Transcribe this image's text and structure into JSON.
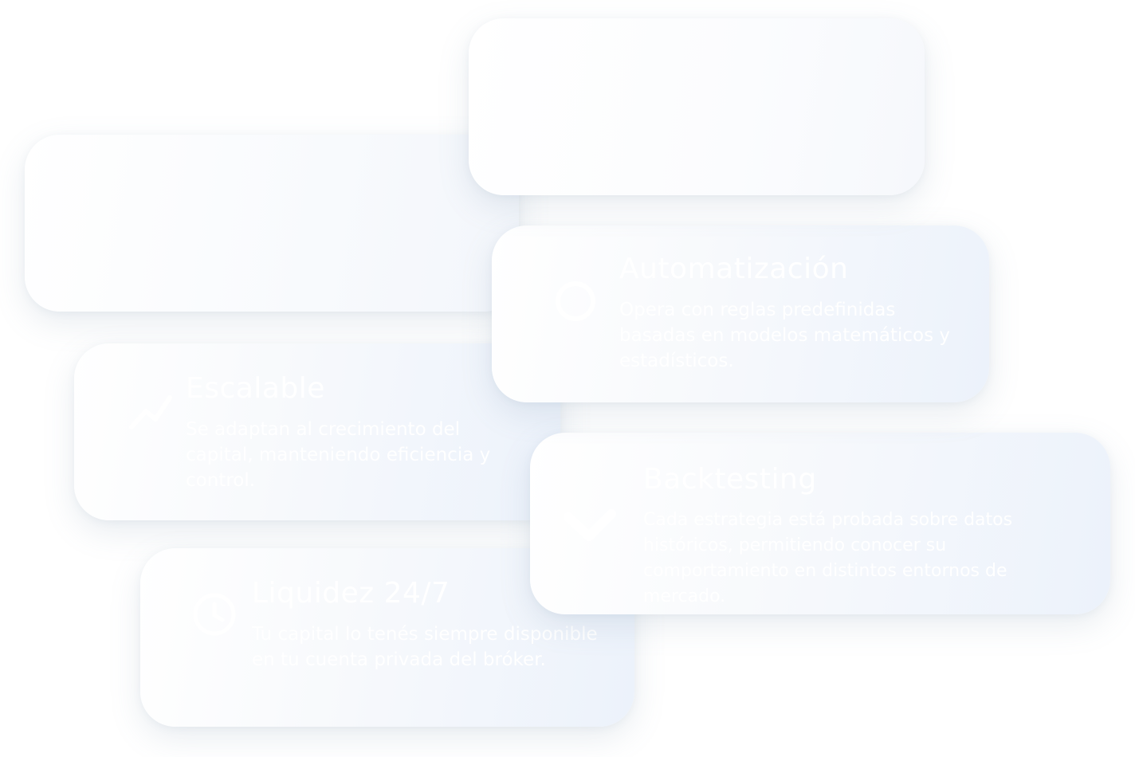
{
  "cards": {
    "left_partial": {
      "lines": [
        "...",
        "...",
        "..."
      ]
    },
    "automatizacion": {
      "title": "Automatización",
      "desc": "Opera con reglas predefinidas basadas en modelos matemáticos y estadísticos."
    },
    "escalable": {
      "title": "Escalable",
      "desc": "Se adaptan al crecimiento del capital, manteniendo eficiencia y control."
    },
    "backtesting": {
      "title": "Backtesting",
      "desc": "Cada estrategia está probada sobre datos históricos, permitiendo conocer su comportamiento en distintos entornos de mercado.",
      "icon": "checkmark-icon"
    },
    "liquidez": {
      "title": "Liquidez 24/7",
      "desc": "Tu capital lo tenés siempre disponible en tu cuenta privada del bróker."
    }
  },
  "colors": {
    "background": "#ffffff",
    "card_gradient_end": "#ecf2fb",
    "text": "#ffffff"
  }
}
